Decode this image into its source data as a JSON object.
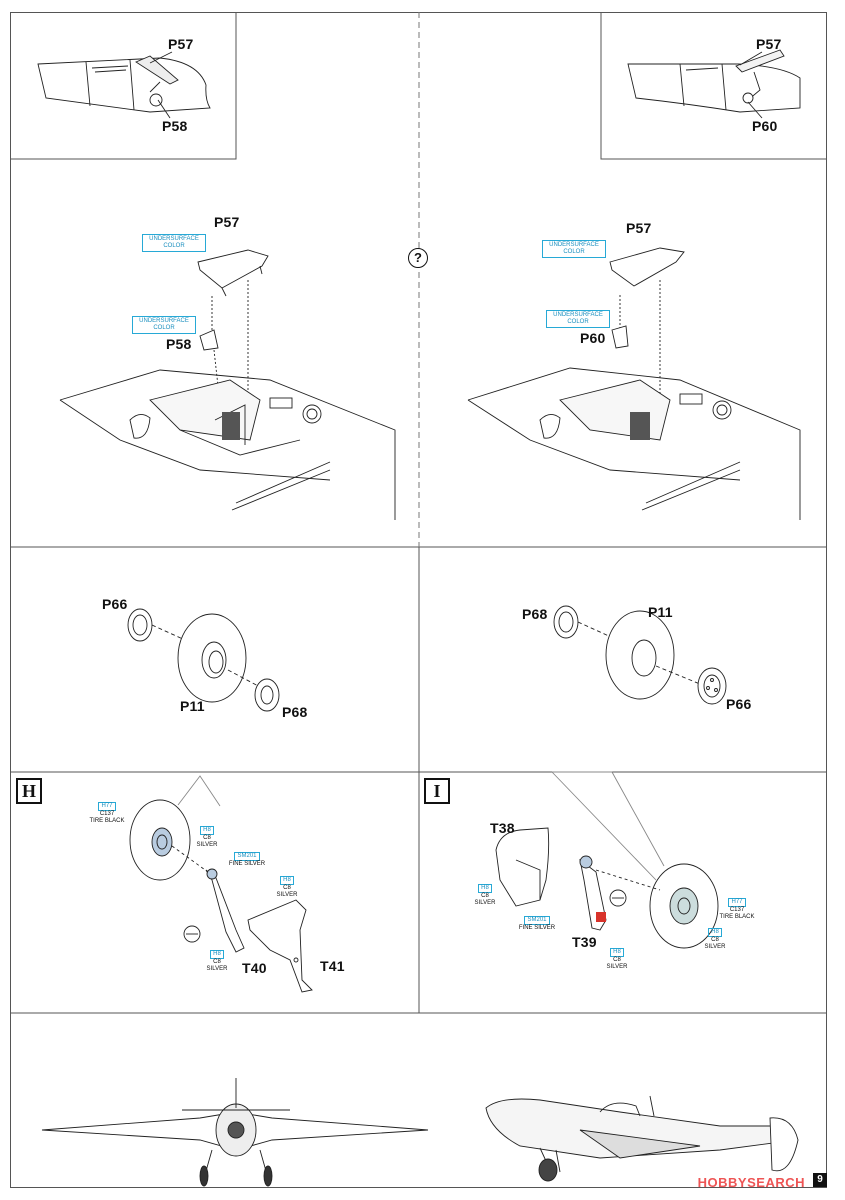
{
  "page": {
    "number": "9",
    "watermark": "HOBBYSEARCH"
  },
  "left_top_inset": {
    "part_a": "P57",
    "part_b": "P58"
  },
  "right_top_inset": {
    "part_a": "P57",
    "part_b": "P60"
  },
  "question_mark": "?",
  "flap_left": {
    "part_flap": "P57",
    "part_link": "P58",
    "flap_color": "UNDERSURFACE COLOR",
    "link_color": "UNDERSURFACE COLOR"
  },
  "flap_right": {
    "part_flap": "P57",
    "part_link": "P60",
    "flap_color": "UNDERSURFACE COLOR",
    "link_color": "UNDERSURFACE COLOR"
  },
  "wheel_left": {
    "hub_outer": "P66",
    "tire": "P11",
    "hub_inner": "P68"
  },
  "wheel_right": {
    "hub_outer": "P68",
    "tire": "P11",
    "hub_inner": "P66"
  },
  "step_h": {
    "label": "H",
    "tire_paint": {
      "code": "H77",
      "code2": "C137",
      "name": "TIRE BLACK"
    },
    "hub_paint": {
      "code": "H8",
      "code2": "C8",
      "name": "SILVER"
    },
    "strut_paint": {
      "code": "SM201",
      "name": "FINE SILVER"
    },
    "oleo_paint": {
      "code": "H8",
      "code2": "C8",
      "name": "SILVER"
    },
    "lower_paint": {
      "code": "H8",
      "code2": "C8",
      "name": "SILVER"
    },
    "part_strut": "T40",
    "part_door": "T41"
  },
  "step_i": {
    "label": "I",
    "part_door": "T38",
    "part_strut": "T39",
    "door_paint": {
      "code": "H8",
      "code2": "C8",
      "name": "SILVER"
    },
    "strut_paint": {
      "code": "SM201",
      "name": "FINE SILVER"
    },
    "lower_paint": {
      "code": "H8",
      "code2": "C8",
      "name": "SILVER"
    },
    "tire_paint": {
      "code": "H77",
      "code2": "C137",
      "name": "TIRE BLACK"
    },
    "hub_paint": {
      "code": "H8",
      "code2": "C8",
      "name": "SILVER"
    }
  },
  "colors": {
    "paint_blue": "#27a9d6",
    "line": "#222222",
    "accent_red": "#d8332b"
  }
}
